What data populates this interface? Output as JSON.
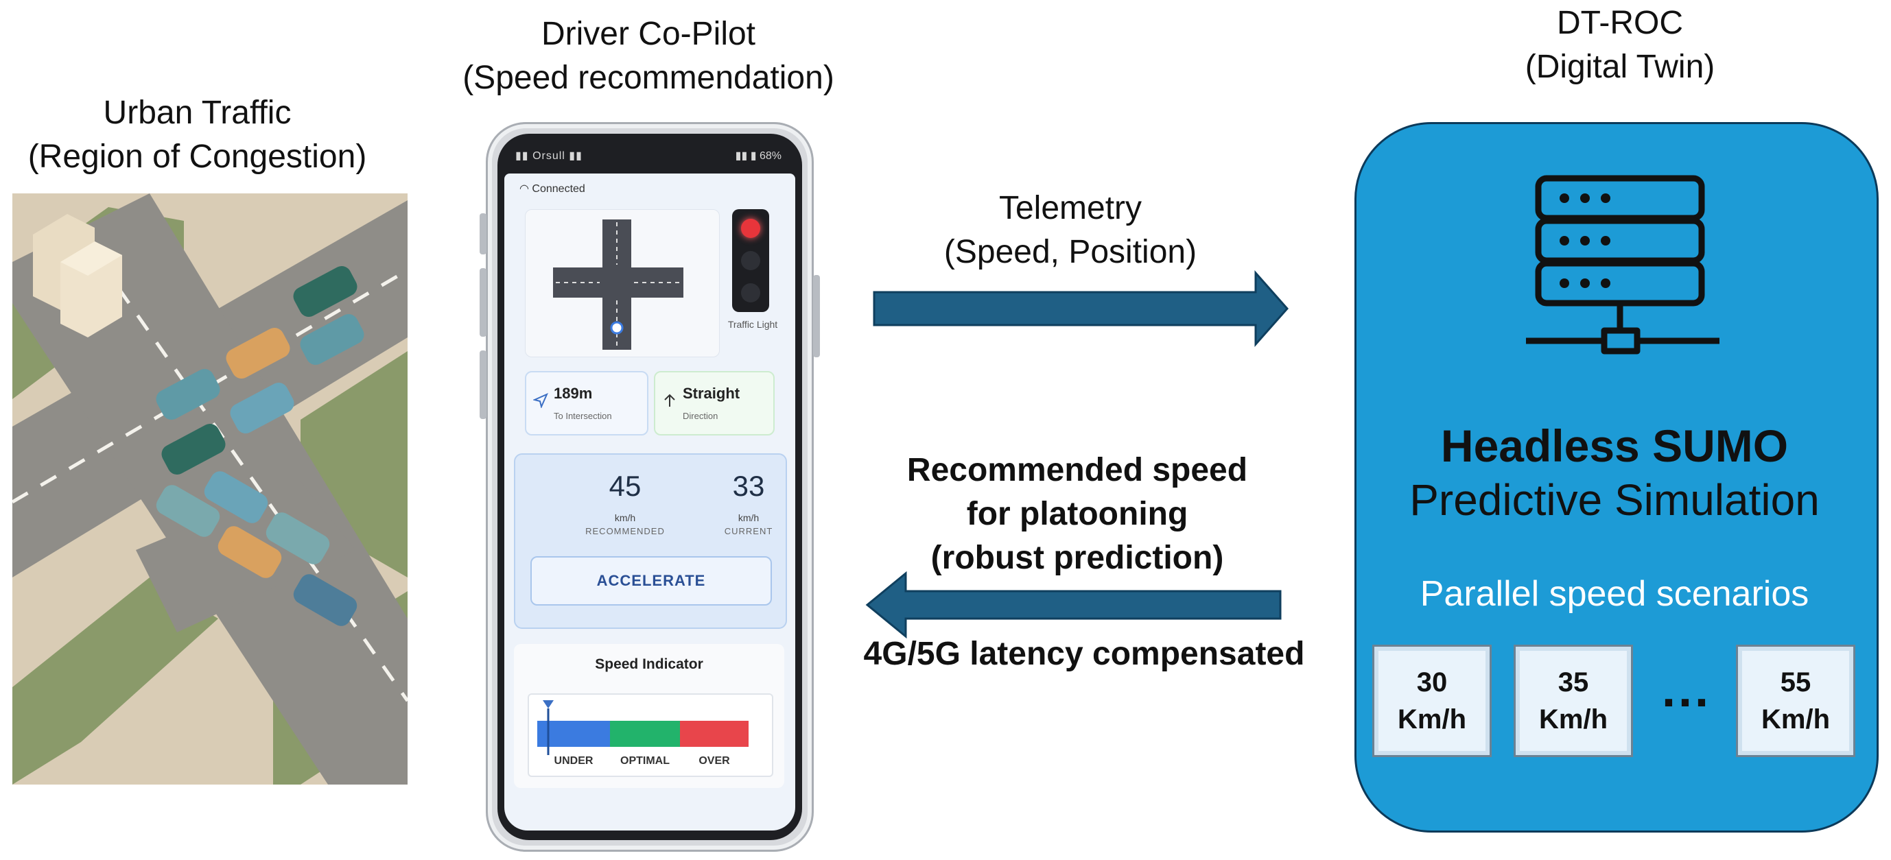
{
  "urban": {
    "title_line1": "Urban Traffic",
    "title_line2": "(Region of Congestion)"
  },
  "copilot": {
    "title_line1": "Driver Co-Pilot",
    "title_line2": "(Speed recommendation)",
    "status_left": "Orsull",
    "status_right": "68%",
    "connected": "Connected",
    "traffic_light_label": "Traffic Light",
    "distance": {
      "value": "189m",
      "sub": "To Intersection"
    },
    "direction": {
      "value": "Straight",
      "sub": "Direction"
    },
    "recommended": {
      "value": "45",
      "unit": "km/h",
      "label": "RECOMMENDED"
    },
    "current": {
      "value": "33",
      "unit": "km/h",
      "label": "CURRENT"
    },
    "action_button": "ACCELERATE",
    "indicator": {
      "title": "Speed Indicator",
      "segments": [
        {
          "label": "UNDER",
          "color": "#3b7be0"
        },
        {
          "label": "OPTIMAL",
          "color": "#22b36b"
        },
        {
          "label": "OVER",
          "color": "#e8454b"
        }
      ]
    }
  },
  "links": {
    "telemetry_line1": "Telemetry",
    "telemetry_line2": "(Speed, Position)",
    "recommend_line1": "Recommended speed",
    "recommend_line2": "for platooning",
    "recommend_line3": "(robust prediction)",
    "latency": "4G/5G latency compensated",
    "arrow_color": "#1f5f85"
  },
  "dtroc": {
    "title_line1": "DT-ROC",
    "title_line2": "(Digital Twin)",
    "server_icon": "server-icon",
    "headline": "Headless SUMO",
    "subheadline": "Predictive Simulation",
    "scenarios_title": "Parallel speed scenarios",
    "scenarios": [
      {
        "value": "30",
        "unit": "Km/h"
      },
      {
        "value": "35",
        "unit": "Km/h"
      },
      {
        "value": "55",
        "unit": "Km/h"
      }
    ],
    "ellipsis": "...",
    "box_color": "#1d9bd6"
  }
}
